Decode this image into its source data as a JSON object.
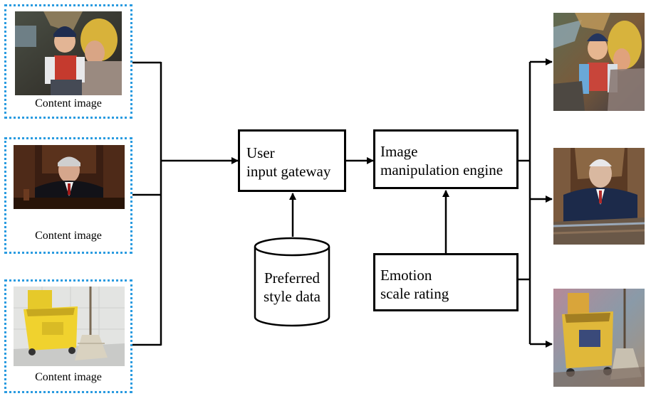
{
  "content_images": [
    {
      "label": "Content image",
      "subject": "mother-and-child-photo"
    },
    {
      "label": "Content image",
      "subject": "judge-portrait-photo"
    },
    {
      "label": "Content image",
      "subject": "mop-bucket-photo"
    }
  ],
  "user_input_gateway": {
    "line1": "User",
    "line2": "input gateway"
  },
  "image_manipulation_engine": {
    "line1": "Image",
    "line2": "manipulation engine"
  },
  "emotion_scale_rating": {
    "line1": "Emotion",
    "line2": "scale rating"
  },
  "preferred_style_data": {
    "line1": "Preferred",
    "line2": "style data"
  },
  "outputs": [
    {
      "subject": "stylized-mother-and-child-photo"
    },
    {
      "subject": "stylized-judge-portrait-photo"
    },
    {
      "subject": "stylized-mop-bucket-photo"
    }
  ],
  "colors": {
    "frame_dotted_border": "#2a9be0",
    "lines": "#000000",
    "background": "#ffffff"
  }
}
